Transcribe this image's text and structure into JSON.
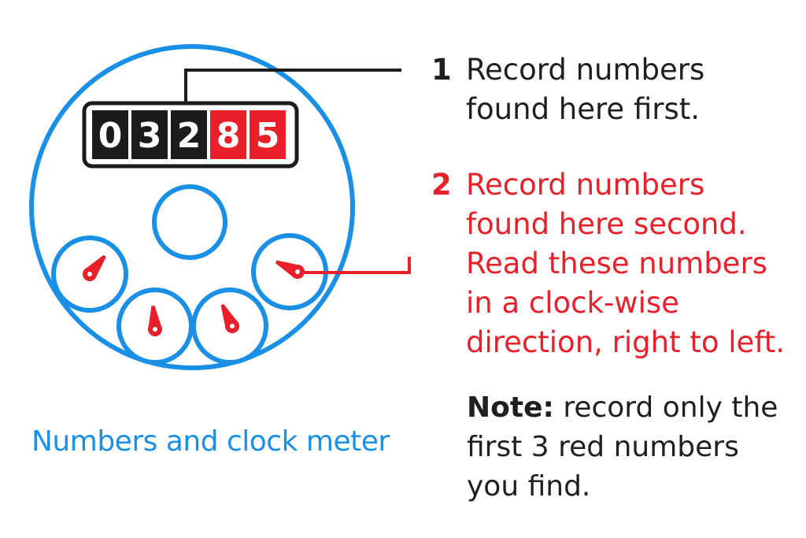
{
  "odometer": {
    "digits": [
      {
        "value": "0",
        "color": "#1c1c1c"
      },
      {
        "value": "3",
        "color": "#1c1c1c"
      },
      {
        "value": "2",
        "color": "#1c1c1c"
      },
      {
        "value": "8",
        "color": "#e8202a"
      },
      {
        "value": "5",
        "color": "#e8202a"
      }
    ]
  },
  "caption": "Numbers and clock meter",
  "step1": {
    "number": "1",
    "lines": [
      "Record numbers",
      "found here first."
    ]
  },
  "step2": {
    "number": "2",
    "lines": [
      "Record numbers",
      "found here second.",
      "Read these numbers",
      "in a clock-wise",
      "direction, right to left."
    ]
  },
  "note": {
    "label": "Note:",
    "line1_rest": " record only the",
    "line2": "first 3 red numbers",
    "line3": "you find."
  },
  "colors": {
    "outline_blue": "#1a8fe6",
    "accent_red": "#e8202a",
    "text_dark": "#1f1f1f"
  }
}
